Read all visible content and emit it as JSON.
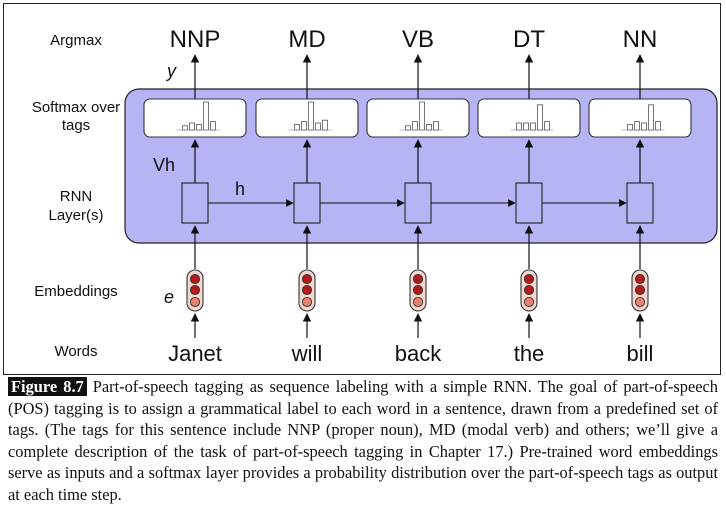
{
  "row_labels": {
    "argmax": "Argmax",
    "softmax_line1": "Softmax over",
    "softmax_line2": "tags",
    "rnn_line1": "RNN",
    "rnn_line2": "Layer(s)",
    "embeddings": "Embeddings",
    "words": "Words"
  },
  "variables": {
    "y": "y",
    "vh": "Vh",
    "h": "h",
    "e": "e"
  },
  "columns": [
    {
      "word": "Janet",
      "tag": "NNP",
      "softmax": [
        0.15,
        0.25,
        0.2,
        1.0,
        0.3
      ]
    },
    {
      "word": "will",
      "tag": "MD",
      "softmax": [
        0.2,
        0.3,
        1.0,
        0.25,
        0.35
      ]
    },
    {
      "word": "back",
      "tag": "VB",
      "softmax": [
        0.15,
        0.3,
        1.0,
        0.2,
        0.3
      ]
    },
    {
      "word": "the",
      "tag": "DT",
      "softmax": [
        0.25,
        0.25,
        0.25,
        0.9,
        0.3
      ]
    },
    {
      "word": "bill",
      "tag": "NN",
      "softmax": [
        0.2,
        0.3,
        0.25,
        0.9,
        0.3
      ]
    }
  ],
  "colors": {
    "rnn_panel": "#b6b4f4",
    "embedding_dark": "#b31b1b",
    "embedding_light": "#e8826e"
  },
  "caption": {
    "label": "Figure 8.7",
    "text": "Part-of-speech tagging as sequence labeling with a simple RNN. The goal of part-of-speech (POS) tagging is to assign a grammatical label to each word in a sentence, drawn from a predefined set of tags. (The tags for this sentence include NNP (proper noun), MD (modal verb) and others; we’ll give a complete description of the task of part-of-speech tagging in Chapter 17.) Pre-trained word embeddings serve as inputs and a softmax layer provides a probability distribution over the part-of-speech tags as output at each time step."
  }
}
